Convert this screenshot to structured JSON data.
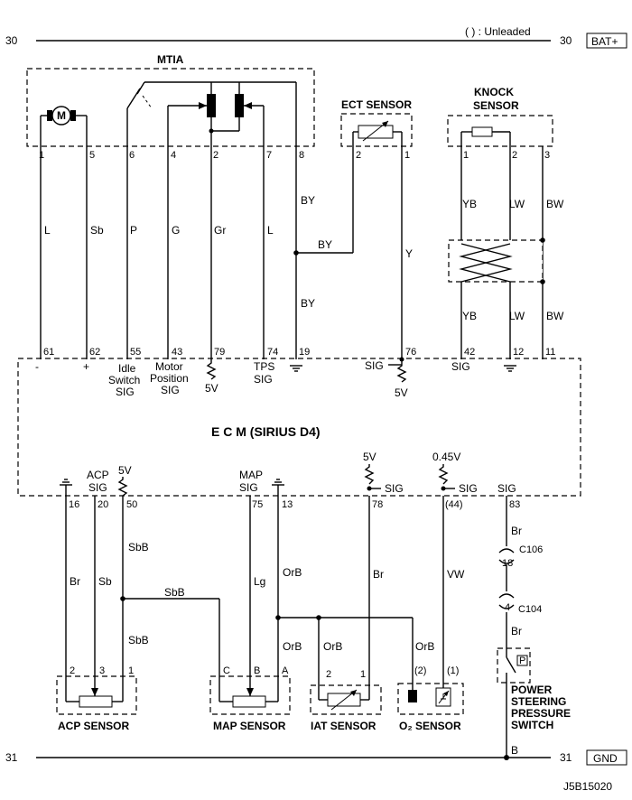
{
  "rails": {
    "top_left_num": "30",
    "top_right_num": "30",
    "top_note": "( ) : Unleaded",
    "bat_label": "BAT+",
    "bottom_left_num": "31",
    "bottom_right_num": "31",
    "gnd_label": "GND"
  },
  "mtia": {
    "title": "MTIA",
    "motor_letter": "M",
    "pins": [
      "1",
      "5",
      "6",
      "4",
      "2",
      "7",
      "8"
    ],
    "wires": [
      "L",
      "Sb",
      "P",
      "G",
      "Gr",
      "L",
      "BY",
      "BY",
      "BY"
    ]
  },
  "ect": {
    "title": "ECT SENSOR",
    "pins": [
      "2",
      "1"
    ],
    "wire": "Y"
  },
  "knock": {
    "title_line1": "KNOCK",
    "title_line2": "SENSOR",
    "pins": [
      "1",
      "2",
      "3"
    ],
    "wires_upper": [
      "YB",
      "LW",
      "BW"
    ],
    "wires_lower": [
      "YB",
      "LW",
      "BW"
    ]
  },
  "ecm": {
    "title": "E C M (SIRIUS D4)",
    "top_pins": [
      "61",
      "62",
      "55",
      "43",
      "79",
      "74",
      "19",
      "76",
      "42",
      "12",
      "11"
    ],
    "minus": "-",
    "plus": "+",
    "idle": [
      "Idle",
      "Switch",
      "SIG"
    ],
    "motor_pos": [
      "Motor",
      "Position",
      "SIG"
    ],
    "fivev_a": "5V",
    "tps": [
      "TPS",
      "SIG"
    ],
    "sig_76": "SIG",
    "fivev_b": "5V",
    "sig_42": "SIG",
    "bottom_pins": [
      "16",
      "20",
      "50",
      "75",
      "13",
      "78",
      "(44)",
      "83"
    ],
    "acp_sig": [
      "ACP",
      "SIG"
    ],
    "fivev_c": "5V",
    "map_sig": [
      "MAP",
      "SIG"
    ],
    "fivev_d": "5V",
    "sig_78": "SIG",
    "v045": "0.45V",
    "sig_44": "SIG",
    "sig_83": "SIG"
  },
  "lower_wires": {
    "w16": "Br",
    "w20": "Sb",
    "w50a": "SbB",
    "w50b": "SbB",
    "w50h": "SbB",
    "w75": "Lg",
    "w13a": "OrB",
    "w13b": "OrB",
    "w_iat": "OrB",
    "w_o2": "OrB",
    "w78": "Br",
    "w44": "VW",
    "w83a": "Br",
    "w83b": "Br",
    "w_gnd": "B"
  },
  "connectors": {
    "c106_pin": "18",
    "c106": "C106",
    "c104_pin": "4",
    "c104": "C104"
  },
  "acp": {
    "title": "ACP SENSOR",
    "pins": [
      "2",
      "3",
      "1"
    ]
  },
  "map": {
    "title": "MAP SENSOR",
    "pins": [
      "C",
      "B",
      "A"
    ]
  },
  "iat": {
    "title": "IAT SENSOR",
    "pins": [
      "2",
      "1"
    ]
  },
  "o2": {
    "title": "O₂ SENSOR",
    "pins": [
      "(2)",
      "(1)"
    ]
  },
  "ps": {
    "title_lines": [
      "POWER",
      "STEERING",
      "PRESSURE",
      "SWITCH"
    ],
    "symbol": "P"
  },
  "figure_id": "J5B15020"
}
